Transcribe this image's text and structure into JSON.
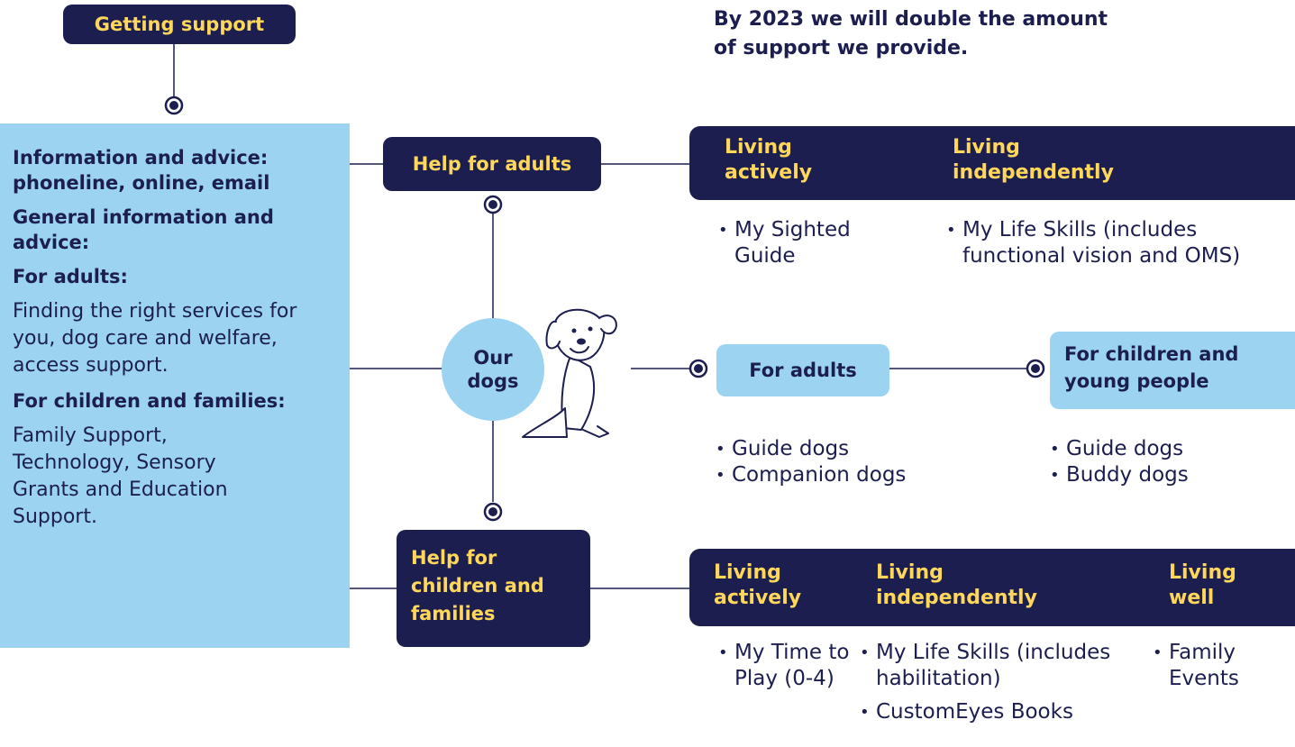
{
  "title": "Getting support",
  "goal": "By 2023 we will double the amount of support we provide.",
  "left_panel": {
    "lines": [
      {
        "text": "Information and advice: phoneline, online, email",
        "bold": true
      },
      {
        "text": "General information and advice:",
        "bold": true
      },
      {
        "text": "For adults:",
        "bold": true
      },
      {
        "text": "Finding the right services for you, dog care and welfare, access support.",
        "bold": false
      },
      {
        "text": "For children and families:",
        "bold": true
      },
      {
        "text": "Family Support, Technology, Sensory Grants and Education Support.",
        "bold": false
      }
    ]
  },
  "hub": {
    "label": "Our dogs"
  },
  "help_adults": {
    "label": "Help for adults",
    "columns": [
      {
        "heading": "Living actively",
        "items": [
          "My Sighted Guide"
        ]
      },
      {
        "heading": "Living independently",
        "items": [
          "My Life Skills (includes functional vision and OMS)"
        ]
      }
    ]
  },
  "dogs": {
    "for_adults": {
      "label": "For adults",
      "items": [
        "Guide dogs",
        "Companion dogs"
      ]
    },
    "for_children": {
      "label": "For children and young people",
      "items": [
        "Guide dogs",
        "Buddy dogs"
      ]
    }
  },
  "help_children": {
    "label": "Help for children and families",
    "columns": [
      {
        "heading": "Living actively",
        "items": [
          "My Time to Play (0-4)"
        ]
      },
      {
        "heading": "Living independently",
        "items": [
          "My Life Skills (includes habilitation)",
          "CustomEyes Books"
        ]
      },
      {
        "heading": "Living well",
        "items": [
          "Family Events"
        ]
      }
    ]
  },
  "colors": {
    "navy": "#1c1e4f",
    "yellow": "#ffd75a",
    "light_blue": "#9bd3f0"
  }
}
